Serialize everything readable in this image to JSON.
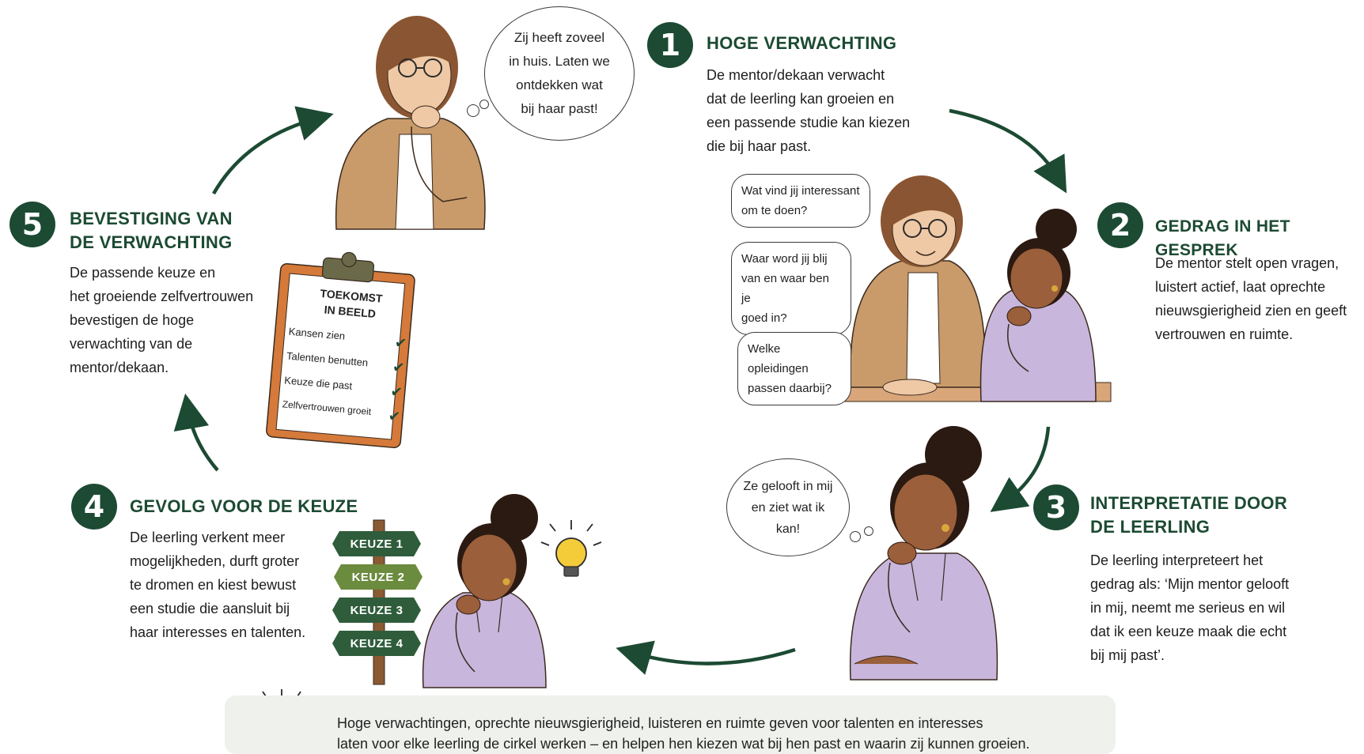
{
  "steps": [
    {
      "number": "1",
      "title": "HOGE VERWACHTING",
      "body": [
        "De mentor/dekaan verwacht",
        "dat de leerling kan groeien en",
        "een passende studie kan kiezen",
        "die bij haar past."
      ]
    },
    {
      "number": "2",
      "title": "GEDRAG IN HET GESPREK",
      "body": [
        "De mentor stelt open vragen,",
        "luistert actief, laat oprechte",
        "nieuwsgierigheid zien en geeft",
        "vertrouwen en ruimte."
      ]
    },
    {
      "number": "3",
      "title_lines": [
        "INTERPRETATIE DOOR",
        "DE LEERLING"
      ],
      "body": [
        "De leerling interpreteert het",
        "gedrag als: ‘Mijn mentor gelooft",
        "in mij, neemt me serieus en wil",
        "dat ik een keuze maak die echt",
        "bij mij past’."
      ]
    },
    {
      "number": "4",
      "title": "GEVOLG VOOR DE KEUZE",
      "body": [
        "De leerling verkent meer",
        "mogelijkheden, durft groter",
        "te dromen en kiest bewust",
        "een studie die aansluit bij",
        "haar interesses en talenten."
      ]
    },
    {
      "number": "5",
      "title_lines": [
        "BEVESTIGING VAN",
        "DE VERWACHTING"
      ],
      "body": [
        "De passende keuze en",
        "het groeiende zelfvertrouwen",
        "bevestigen de hoge",
        "verwachting van de",
        "mentor/dekaan."
      ]
    }
  ],
  "bubbles": {
    "mentor_thought": [
      "Zij heeft zoveel",
      "in huis. Laten we",
      "ontdekken wat",
      "bij haar past!"
    ],
    "questions": [
      [
        "Wat vind jij interessant",
        "om te doen?"
      ],
      [
        "Waar word jij blij",
        "van en waar ben je",
        "goed in?"
      ],
      [
        "Welke opleidingen",
        "passen daarbij?"
      ]
    ],
    "student_thought": [
      "Ze gelooft in mij",
      "en ziet wat ik",
      "kan!"
    ]
  },
  "clipboard": {
    "title_lines": [
      "TOEKOMST",
      "IN BEELD"
    ],
    "items": [
      "Kansen zien",
      "Talenten benutten",
      "Keuze die past",
      "Zelfvertrouwen groeit"
    ]
  },
  "signpost": {
    "options": [
      "KEUZE 1",
      "KEUZE 2",
      "KEUZE 3",
      "KEUZE 4"
    ]
  },
  "footer": {
    "lines": [
      "Hoge verwachtingen, oprechte nieuwsgierigheid, luisteren en ruimte geven voor talenten en interesses",
      "laten voor elke leerling de cirkel werken – en helpen hen kiezen wat bij hen past en waarin zij kunnen groeien."
    ]
  },
  "colors": {
    "accent": "#1c4a33",
    "hoodie": "#c9b6dc",
    "blazer": "#c99a6a",
    "skin_mentor": "#efc9a6",
    "skin_student": "#9b5f3b",
    "hair_mentor": "#8a5532",
    "sign_dark": "#2f5d3c",
    "sign_light": "#6b8b3e"
  },
  "icons": [
    "lightbulb-icon",
    "checkmark-icon",
    "cycle-arrow-icon"
  ]
}
